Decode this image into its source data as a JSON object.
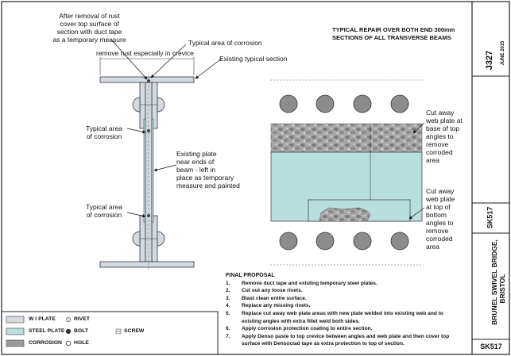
{
  "header_note": [
    "TYPICAL REPAIR OVER BOTH END 300mm",
    "SECTIONS OF ALL TRANSVERSE BEAMS"
  ],
  "left_labels": {
    "after_removal": [
      "After removal of rust",
      "cover top surface of",
      "section with duct tape",
      "as a temporary measure"
    ],
    "typical_corrosion_top": "Typical area of corrosion",
    "remove_rust": "remove rust especially in crevice",
    "existing_section": "Existing typical section",
    "typical_area_1": [
      "Typical area",
      "of corrosion"
    ],
    "existing_plate": [
      "Existing plate",
      "near ends of",
      "beam - left in",
      "place as temporary",
      "measure and painted"
    ],
    "typical_area_2": [
      "Typical area",
      "of corrosion"
    ]
  },
  "right_labels": {
    "cut_away_base": [
      "Cut away",
      "web plate at",
      "base of top",
      "angles to",
      "remove",
      "corroded",
      "area"
    ],
    "cut_away_top": [
      "Cut away",
      "web plate",
      "at top of",
      "bottom",
      "angles to",
      "remove",
      "corroded",
      "area"
    ]
  },
  "proposal": {
    "heading": "FINAL PROPOSAL",
    "items": [
      {
        "n": "1.",
        "text": "Remove duct tape and existing temporary steel plates."
      },
      {
        "n": "2.",
        "text": "Cut out any loose rivets."
      },
      {
        "n": "3.",
        "text": "Blast clean entire surface."
      },
      {
        "n": "4.",
        "text": "Replace any missing rivets."
      },
      {
        "n": "5.",
        "text": "Replace cut away web plate areas with new plate welded into existing web and to existing angles with extra fillet weld both sides."
      },
      {
        "n": "6.",
        "text": "Apply corrosion protection coating to entire section."
      },
      {
        "n": "7.",
        "text": "Apply Denso paste to top crevice between angles and web plate and then cover top surface with Densoclad tape as extra protection to top of section."
      }
    ]
  },
  "legend": {
    "wi_plate": "W I PLATE",
    "steel_plate": "STEEL PLATE",
    "corrosion": "CORROSION",
    "rivet": "RIVET",
    "bolt": "BOLT",
    "hole": "HOLE",
    "screw": "SCREW",
    "colors": {
      "wi_plate": "#d4dae2",
      "steel_plate": "#b9dede",
      "corrosion": "#9a9a9a"
    }
  },
  "title_block": {
    "ref": "J327",
    "date": "JUNE 2015",
    "code_mid": "SK517",
    "bridge_name": "BRUNEL SWIVEL BRIDGE,",
    "location": "BRISTOL",
    "code_bottom": "SK517"
  }
}
